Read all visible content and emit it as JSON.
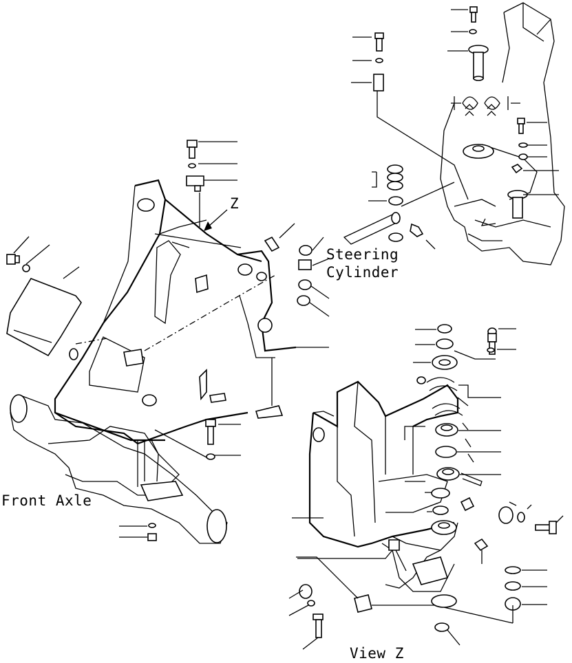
{
  "labels": {
    "view_marker": "Z",
    "steering_cylinder_line1": "Steering",
    "steering_cylinder_line2": "Cylinder",
    "front_axle": "Front Axle",
    "view_z": "View Z"
  },
  "colors": {
    "ink": "#000000",
    "paper": "#ffffff"
  }
}
